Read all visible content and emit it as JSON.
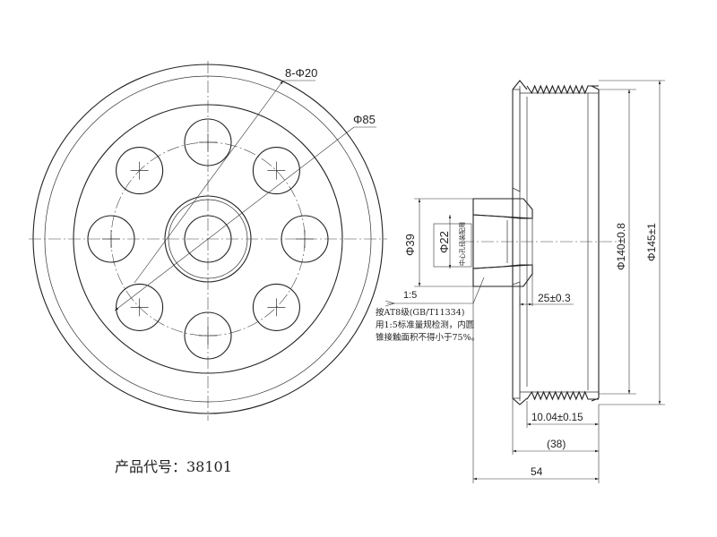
{
  "drawing": {
    "front_view": {
      "hole_pattern_label": "8-Φ20",
      "bolt_circle_label": "Φ85"
    },
    "section_view": {
      "bore_dia_label": "Φ39",
      "inner_dia_label": "Φ22",
      "note_box_text": "中心孔径装配用",
      "taper_label": "1:5",
      "taper_note_line1": "按AT8级(GB/T11334)",
      "taper_note_line2": "用1:5标准量规检测，内圆",
      "taper_note_line3": "锥接触面积不得小于75%。",
      "depth_label": "25±0.3",
      "groove_dia_label": "Φ140±0.8",
      "outer_dia_label": "Φ145±1",
      "rib_width_label": "10.04±0.15",
      "ref_width_label": "(38)",
      "total_width_label": "54"
    },
    "product_code_label": "产品代号：38101"
  }
}
